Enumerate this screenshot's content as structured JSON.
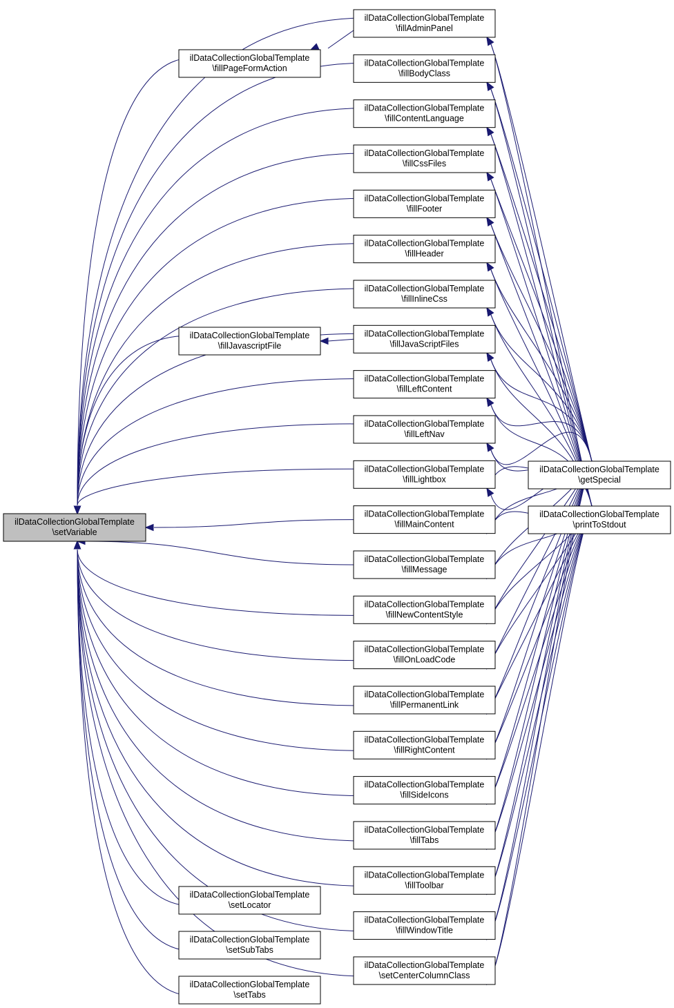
{
  "diagram": {
    "type": "call-graph",
    "edge_color": "#191970",
    "root_fill": "#bfbfbf",
    "nodes": [
      {
        "id": "setVariable",
        "line1": "ilDataCollectionGlobalTemplate",
        "line2": "\\setVariable",
        "root": true
      },
      {
        "id": "fillPageFormAction",
        "line1": "ilDataCollectionGlobalTemplate",
        "line2": "\\fillPageFormAction"
      },
      {
        "id": "fillJavascriptFile",
        "line1": "ilDataCollectionGlobalTemplate",
        "line2": "\\fillJavascriptFile"
      },
      {
        "id": "setLocator",
        "line1": "ilDataCollectionGlobalTemplate",
        "line2": "\\setLocator"
      },
      {
        "id": "setSubTabs",
        "line1": "ilDataCollectionGlobalTemplate",
        "line2": "\\setSubTabs"
      },
      {
        "id": "setTabs",
        "line1": "ilDataCollectionGlobalTemplate",
        "line2": "\\setTabs"
      },
      {
        "id": "fillAdminPanel",
        "line1": "ilDataCollectionGlobalTemplate",
        "line2": "\\fillAdminPanel"
      },
      {
        "id": "fillBodyClass",
        "line1": "ilDataCollectionGlobalTemplate",
        "line2": "\\fillBodyClass"
      },
      {
        "id": "fillContentLanguage",
        "line1": "ilDataCollectionGlobalTemplate",
        "line2": "\\fillContentLanguage"
      },
      {
        "id": "fillCssFiles",
        "line1": "ilDataCollectionGlobalTemplate",
        "line2": "\\fillCssFiles"
      },
      {
        "id": "fillFooter",
        "line1": "ilDataCollectionGlobalTemplate",
        "line2": "\\fillFooter"
      },
      {
        "id": "fillHeader",
        "line1": "ilDataCollectionGlobalTemplate",
        "line2": "\\fillHeader"
      },
      {
        "id": "fillInlineCss",
        "line1": "ilDataCollectionGlobalTemplate",
        "line2": "\\fillInlineCss"
      },
      {
        "id": "fillJavaScriptFiles",
        "line1": "ilDataCollectionGlobalTemplate",
        "line2": "\\fillJavaScriptFiles"
      },
      {
        "id": "fillLeftContent",
        "line1": "ilDataCollectionGlobalTemplate",
        "line2": "\\fillLeftContent"
      },
      {
        "id": "fillLeftNav",
        "line1": "ilDataCollectionGlobalTemplate",
        "line2": "\\fillLeftNav"
      },
      {
        "id": "fillLightbox",
        "line1": "ilDataCollectionGlobalTemplate",
        "line2": "\\fillLightbox"
      },
      {
        "id": "fillMainContent",
        "line1": "ilDataCollectionGlobalTemplate",
        "line2": "\\fillMainContent"
      },
      {
        "id": "fillMessage",
        "line1": "ilDataCollectionGlobalTemplate",
        "line2": "\\fillMessage"
      },
      {
        "id": "fillNewContentStyle",
        "line1": "ilDataCollectionGlobalTemplate",
        "line2": "\\fillNewContentStyle"
      },
      {
        "id": "fillOnLoadCode",
        "line1": "ilDataCollectionGlobalTemplate",
        "line2": "\\fillOnLoadCode"
      },
      {
        "id": "fillPermanentLink",
        "line1": "ilDataCollectionGlobalTemplate",
        "line2": "\\fillPermanentLink"
      },
      {
        "id": "fillRightContent",
        "line1": "ilDataCollectionGlobalTemplate",
        "line2": "\\fillRightContent"
      },
      {
        "id": "fillSideIcons",
        "line1": "ilDataCollectionGlobalTemplate",
        "line2": "\\fillSideIcons"
      },
      {
        "id": "fillTabs",
        "line1": "ilDataCollectionGlobalTemplate",
        "line2": "\\fillTabs"
      },
      {
        "id": "fillToolbar",
        "line1": "ilDataCollectionGlobalTemplate",
        "line2": "\\fillToolbar"
      },
      {
        "id": "fillWindowTitle",
        "line1": "ilDataCollectionGlobalTemplate",
        "line2": "\\fillWindowTitle"
      },
      {
        "id": "setCenterColumnClass",
        "line1": "ilDataCollectionGlobalTemplate",
        "line2": "\\setCenterColumnClass"
      },
      {
        "id": "getSpecial",
        "line1": "ilDataCollectionGlobalTemplate",
        "line2": "\\getSpecial"
      },
      {
        "id": "printToStdout",
        "line1": "ilDataCollectionGlobalTemplate",
        "line2": "\\printToStdout"
      }
    ]
  }
}
